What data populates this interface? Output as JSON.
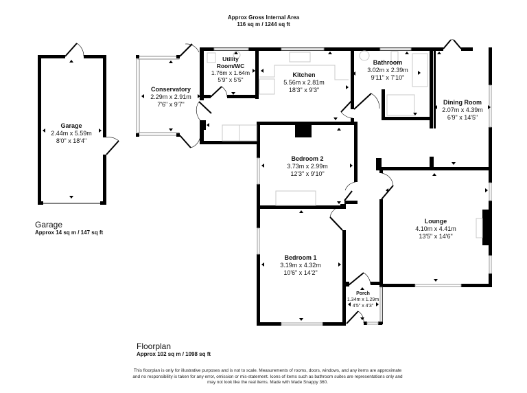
{
  "header": {
    "title": "Approx Gross Internal Area",
    "area": "116 sq m / 1244 sq ft"
  },
  "sections": {
    "garage": {
      "title": "Garage",
      "area": "Approx 14 sq m / 147 sq ft"
    },
    "floorplan": {
      "title": "Floorplan",
      "area": "Approx 102 sq m / 1098 sq ft"
    }
  },
  "rooms": [
    {
      "id": "garage",
      "name": "Garage",
      "metric": "2.44m x 5.59m",
      "imperial": "8'0\" x 18'4\""
    },
    {
      "id": "conservatory",
      "name": "Conservatory",
      "metric": "2.29m x 2.91m",
      "imperial": "7'6\" x 9'7\""
    },
    {
      "id": "utility",
      "name_line1": "Utility",
      "name_line2": "Room/WC",
      "metric": "1.76m x 1.64m",
      "imperial": "5'9\" x 5'5\""
    },
    {
      "id": "kitchen",
      "name": "Kitchen",
      "metric": "5.56m x 2.81m",
      "imperial": "18'3\" x 9'3\""
    },
    {
      "id": "bathroom",
      "name": "Bathroom",
      "metric": "3.02m x 2.39m",
      "imperial": "9'11\" x 7'10\""
    },
    {
      "id": "dining",
      "name": "Dining Room",
      "metric": "2.07m x 4.39m",
      "imperial": "6'9\" x 14'5\""
    },
    {
      "id": "bedroom2",
      "name": "Bedroom 2",
      "metric": "3.73m x 2.99m",
      "imperial": "12'3\" x 9'10\""
    },
    {
      "id": "lounge",
      "name": "Lounge",
      "metric": "4.10m x 4.41m",
      "imperial": "13'5\" x 14'6\""
    },
    {
      "id": "bedroom1",
      "name": "Bedroom 1",
      "metric": "3.19m x 4.32m",
      "imperial": "10'6\" x 14'2\""
    },
    {
      "id": "porch",
      "name": "Porch",
      "metric": "1.34m x 1.29m",
      "imperial": "4'5\" x 4'3\""
    }
  ],
  "disclaimer": {
    "line1": "This floorplan is only for illustrative purposes and is not to scale. Measurements of rooms, doors, windows, and any items are approximate",
    "line2": "and no responsibility is taken for any error, omission or mis-statement. Icons of items such as bathroom suites are representations only and",
    "line3": "may not look like the real items. Made with Made Snappy 360."
  },
  "colors": {
    "wall": "#000000",
    "window": "#bdbdbd",
    "fixture": "#c8c8c8",
    "background": "#ffffff"
  }
}
